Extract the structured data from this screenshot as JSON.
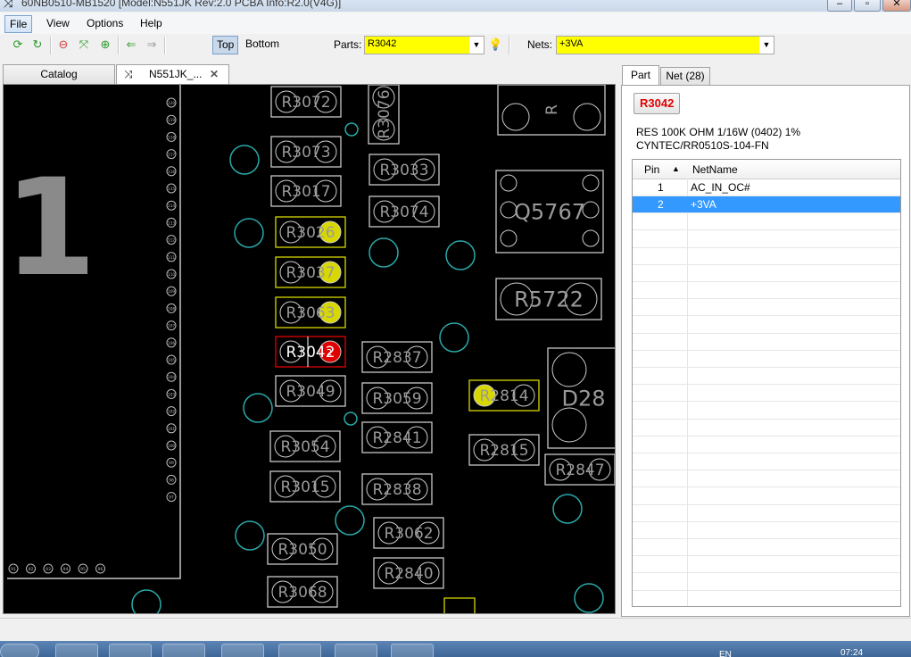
{
  "window": {
    "title": "60NB0510-MB1520 [Model:N551JK Rev:2.0 PCBA Info:R2.0(V4G)]"
  },
  "menu": {
    "file": "File",
    "view": "View",
    "options": "Options",
    "help": "Help"
  },
  "toolbar": {
    "top": "Top",
    "bottom": "Bottom",
    "parts_label": "Parts:",
    "parts_value": "R3042",
    "nets_label": "Nets:",
    "nets_value": "+3VA"
  },
  "tabs": {
    "catalog": "Catalog",
    "board": "N551JK_..."
  },
  "board": {
    "big_digit": "1",
    "pin_labels": [
      "120",
      "119",
      "118",
      "117",
      "116",
      "115",
      "114",
      "113",
      "112",
      "111",
      "110",
      "109",
      "108",
      "107",
      "106",
      "105",
      "104",
      "103",
      "102",
      "101",
      "100",
      "99",
      "98",
      "97"
    ],
    "bottom_pins": [
      "91",
      "92",
      "93",
      "94",
      "95",
      "96"
    ],
    "parts": [
      {
        "id": "R3072",
        "hl": "none"
      },
      {
        "id": "R3073",
        "hl": "none"
      },
      {
        "id": "R3017",
        "hl": "none"
      },
      {
        "id": "R3026",
        "hl": "yellow"
      },
      {
        "id": "R3037",
        "hl": "yellow"
      },
      {
        "id": "R3063",
        "hl": "yellow"
      },
      {
        "id": "R3042",
        "hl": "red"
      },
      {
        "id": "R3049",
        "hl": "none"
      },
      {
        "id": "R3054",
        "hl": "none"
      },
      {
        "id": "R3015",
        "hl": "none"
      },
      {
        "id": "R3050",
        "hl": "none"
      },
      {
        "id": "R3068",
        "hl": "none"
      },
      {
        "id": "R3076",
        "hl": "none"
      },
      {
        "id": "R3033",
        "hl": "none"
      },
      {
        "id": "R3074",
        "hl": "none"
      },
      {
        "id": "R2837",
        "hl": "none"
      },
      {
        "id": "R3059",
        "hl": "none"
      },
      {
        "id": "R2841",
        "hl": "none"
      },
      {
        "id": "R2838",
        "hl": "none"
      },
      {
        "id": "R3062",
        "hl": "none"
      },
      {
        "id": "R2840",
        "hl": "none"
      },
      {
        "id": "Q5767",
        "hl": "none"
      },
      {
        "id": "R5722",
        "hl": "none"
      },
      {
        "id": "R2814",
        "hl": "yellow"
      },
      {
        "id": "R2815",
        "hl": "none"
      },
      {
        "id": "R2847",
        "hl": "none"
      },
      {
        "id": "D28",
        "hl": "none"
      },
      {
        "id": "R",
        "hl": "none"
      }
    ],
    "selected_pin_number": "2"
  },
  "panel": {
    "tab_part": "Part",
    "tab_net": "Net (28)",
    "part_name": "R3042",
    "desc1": "RES 100K OHM 1/16W (0402) 1%",
    "desc2": "CYNTEC/RR0510S-104-FN",
    "col_pin": "Pin",
    "col_net": "NetName",
    "rows": [
      {
        "pin": "1",
        "net": "AC_IN_OC#"
      },
      {
        "pin": "2",
        "net": "+3VA"
      }
    ],
    "selected_row": 1
  },
  "taskbar": {
    "lang": "EN",
    "time": "07:24"
  },
  "colors": {
    "highlight_yellow": "#d8d800",
    "highlight_red": "#e00000",
    "selection_blue": "#3399ff",
    "part_outline": "#c8c8c8"
  }
}
